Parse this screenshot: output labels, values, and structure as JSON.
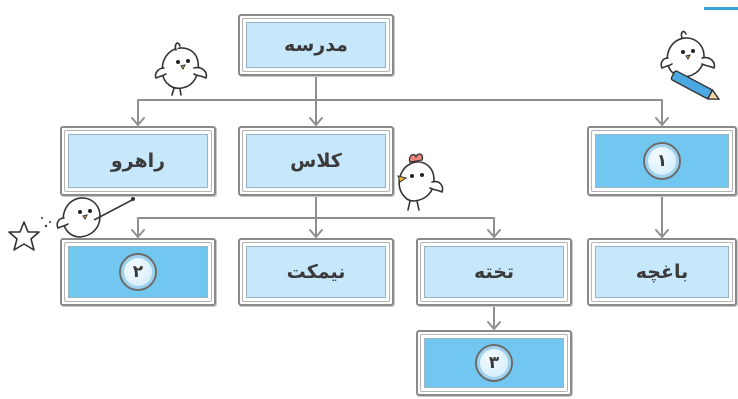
{
  "nodes": {
    "madrese": "مدرسه",
    "rahro": "راهرو",
    "kelas": "کلاس",
    "blank1": "۱",
    "blank2": "۲",
    "nimkat": "نیمکت",
    "takhte": "تخته",
    "baghche": "باغچه",
    "blank3": "۳"
  },
  "colors": {
    "box_fill": "#c7e7fb",
    "blank_fill": "#72c7f1",
    "line": "#8f8f8f"
  }
}
